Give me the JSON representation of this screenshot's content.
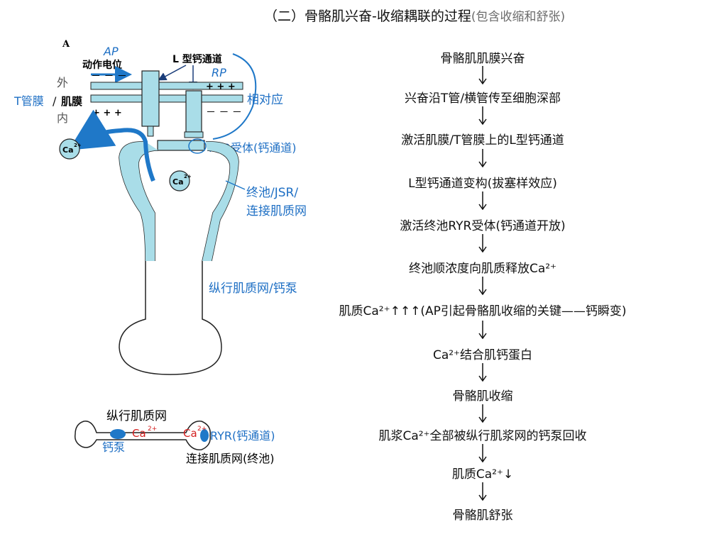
{
  "title": {
    "main": "（二）骨骼肌兴奋-收缩耦联的过程",
    "sub": "(包含收缩和舒张)"
  },
  "diagram_a": {
    "panel_label": "A",
    "ap_label": "AP",
    "action_potential": "动作电位",
    "l_channel": "L 型钙通道",
    "rp_label": "RP",
    "outside": "外",
    "t_tubule_membrane": "T管膜",
    "slash": "/",
    "sarcolemma": "肌膜",
    "inside": "内",
    "correspond": "相对应",
    "minus_signs": "－  －  －",
    "plus_signs_top": "+   +   +",
    "plus_signs_bottom": "+   +   +",
    "minus_signs_bottom": "－  －  －",
    "ryr_receptor": "RYR受体(钙通道)",
    "ca_ion": "Ca",
    "ca_charge": "2+",
    "terminal_cistern": "终池/JSR/",
    "junctional_sr": "连接肌质网",
    "longitudinal_sr": "纵行肌质网/钙泵"
  },
  "diagram_b": {
    "longitudinal_sr": "纵行肌质网",
    "ca_left": "Ca",
    "ca_right": "Ca",
    "ca_charge": "2+",
    "ryr": "RYR(钙通道)",
    "pump": "钙泵",
    "junctional": "连接肌质网(终池)"
  },
  "flow_steps": [
    "骨骼肌肌膜兴奋",
    "兴奋沿T管/横管传至细胞深部",
    "激活肌膜/T管膜上的L型钙通道",
    "L型钙通道变构(拔塞样效应)",
    "激活终池RYR受体(钙通道开放)",
    "终池顺浓度向肌质释放Ca²⁺",
    "肌质Ca²⁺↑↑↑(AP引起骨骼肌收缩的关键——钙瞬变)",
    "Ca²⁺结合肌钙蛋白",
    "骨骼肌收缩",
    "肌浆Ca²⁺全部被纵行肌浆网的钙泵回收",
    "肌质Ca²⁺↓",
    "骨骼肌舒张"
  ],
  "colors": {
    "membrane_fill": "#a9dde8",
    "blue_text": "#1e6fc4",
    "red_text": "#d42020",
    "arrow_blue": "#1f78c8"
  }
}
